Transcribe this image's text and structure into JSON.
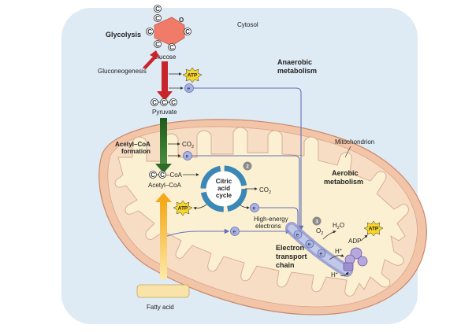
{
  "labels": {
    "cytosol": "Cytosol",
    "glycolysis": "Glycolysis",
    "glucose": "Glucose",
    "gluconeogenesis": "Gluconeogenesis",
    "anaerobic_line1": "Anaerobic",
    "anaerobic_line2": "metabolism",
    "pyruvate": "Pyruvate",
    "mitochondrion": "Mitochondrion",
    "acetyl_coa_formation_line1": "Acetyl–CoA",
    "acetyl_coa_formation_line2": "formation",
    "co2_top": "CO",
    "co2_top_sub": "2",
    "co2_cycle": "CO",
    "co2_cycle_sub": "2",
    "acetyl_coa": "Acetyl–CoA",
    "coa_suffix": "–CoA",
    "citric_line1": "Citric",
    "citric_line2": "acid",
    "citric_line3": "cycle",
    "high_energy_line1": "High-energy",
    "high_energy_line2": "electrons",
    "aerobic_line1": "Aerobic",
    "aerobic_line2": "metabolism",
    "etc_line1": "Electron",
    "etc_line2": "transport",
    "etc_line3": "chain",
    "o2": "O",
    "o2_sub": "2",
    "h2o_h": "H",
    "h2o_sub": "2",
    "h2o_o": "O",
    "adp": "ADP",
    "hplus_1": "H",
    "hplus_2": "H",
    "fatty_acid": "Fatty acid",
    "atp": "ATP",
    "electron": "e",
    "carbon": "C",
    "oxygen": "O",
    "step2": "2",
    "step3": "3"
  },
  "colors": {
    "cytosol": "#deeaf4",
    "glucose_ring": "#f07b68",
    "glycolysis_arrow": "#c8242a",
    "acetyl_arrow": "#2f6b2a",
    "fatty_arrow": "#f4b320",
    "citric_cycle": "#3a87b8",
    "electron_line": "#6471b8",
    "atp_star": "#f8d528",
    "outer_membrane": "#f2c4a8",
    "matrix": "#fbf1d2",
    "intermembrane": "#f6ddc4"
  }
}
